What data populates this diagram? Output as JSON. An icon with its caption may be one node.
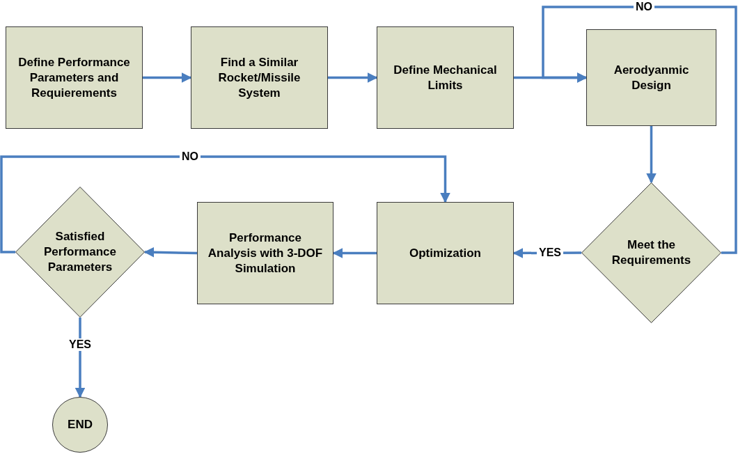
{
  "diagram": {
    "nodes": [
      {
        "text": [
          "Define Performance Parameters and Requierements"
        ]
      },
      {
        "text": [
          "Find a Similar Rocket/Missile System"
        ]
      },
      {
        "text": [
          "Define Mechanical Limits"
        ]
      },
      {
        "text": [
          "Aerodyanmic Design"
        ]
      },
      {
        "text": [
          "Meet the Requirements"
        ]
      },
      {
        "text": [
          "Optimization"
        ]
      },
      {
        "text": [
          "Performance Analysis with 3-DOF Simulation"
        ]
      },
      {
        "text": [
          "Satisfied Performance Parameters"
        ]
      },
      {
        "text": [
          "END"
        ]
      }
    ],
    "edges": [
      {
        "from": 0,
        "to": 1,
        "arrow": "to"
      },
      {
        "from": 1,
        "to": 2,
        "arrow": "to"
      },
      {
        "from": 2,
        "to": 3,
        "arrow": "to"
      },
      {
        "from": 3,
        "to": 4,
        "arrow": "to"
      },
      {
        "from": 4,
        "to": 3,
        "arrow": "to",
        "label": "NO"
      },
      {
        "from": 4,
        "to": 5,
        "arrow": "to",
        "label": "YES"
      },
      {
        "from": 5,
        "to": 6,
        "arrow": "to"
      },
      {
        "from": 6,
        "to": 7,
        "arrow": "to"
      },
      {
        "from": 7,
        "to": 5,
        "arrow": "to",
        "label": "NO"
      },
      {
        "from": 7,
        "to": 8,
        "arrow": "to",
        "label": "YES"
      }
    ]
  }
}
